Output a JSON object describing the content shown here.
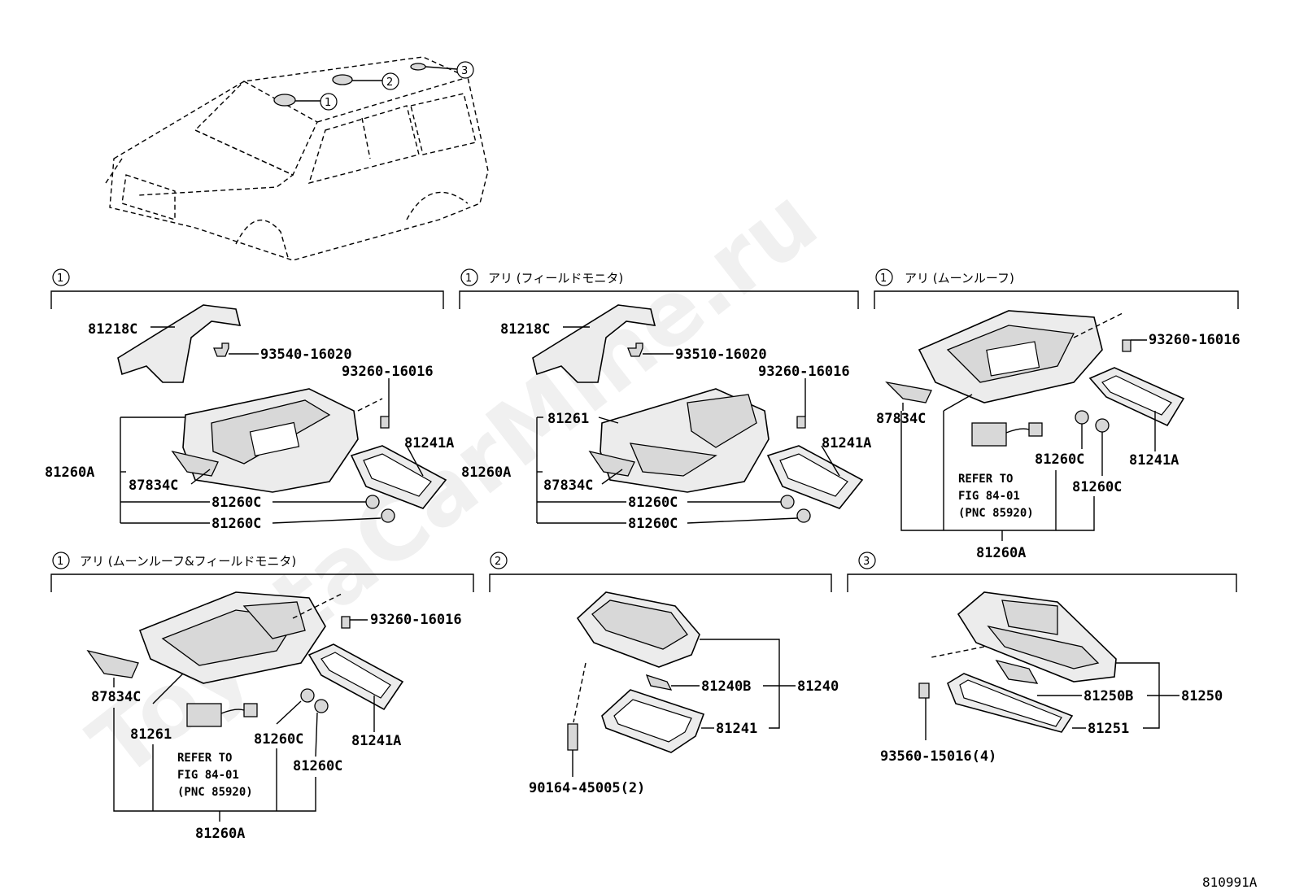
{
  "watermark": "ToyotaCarMine.ru",
  "figure_id": "810991A",
  "callouts": {
    "c1": "1",
    "c2": "2",
    "c3": "3"
  },
  "panels": {
    "p1": {
      "num": "1",
      "title": ""
    },
    "p2": {
      "num": "1",
      "title": "アリ (フィールドモニタ)"
    },
    "p3": {
      "num": "1",
      "title": "アリ (ムーンルーフ)"
    },
    "p4": {
      "num": "1",
      "title": "アリ (ムーンルーフ&フィールドモニタ)"
    },
    "p5": {
      "num": "2",
      "title": ""
    },
    "p6": {
      "num": "3",
      "title": ""
    }
  },
  "labels": {
    "p1_81218C": "81218C",
    "p1_93540": "93540-16020",
    "p1_93260": "93260-16016",
    "p1_81241A": "81241A",
    "p1_81260A": "81260A",
    "p1_87834C": "87834C",
    "p1_81260C_a": "81260C",
    "p1_81260C_b": "81260C",
    "p2_81218C": "81218C",
    "p2_93510": "93510-16020",
    "p2_93260": "93260-16016",
    "p2_81261": "81261",
    "p2_81241A": "81241A",
    "p2_81260A": "81260A",
    "p2_87834C": "87834C",
    "p2_81260C_a": "81260C",
    "p2_81260C_b": "81260C",
    "p3_93260": "93260-16016",
    "p3_87834C": "87834C",
    "p3_81260C_a": "81260C",
    "p3_81260C_b": "81260C",
    "p3_81241A": "81241A",
    "p3_ref1": "REFER TO",
    "p3_ref2": "FIG 84-01",
    "p3_ref3": "(PNC 85920)",
    "p3_81260A": "81260A",
    "p4_93260": "93260-16016",
    "p4_87834C": "87834C",
    "p4_81261": "81261",
    "p4_81260C_a": "81260C",
    "p4_81260C_b": "81260C",
    "p4_81241A": "81241A",
    "p4_ref1": "REFER TO",
    "p4_ref2": "FIG 84-01",
    "p4_ref3": "(PNC 85920)",
    "p4_81260A": "81260A",
    "p5_81240B": "81240B",
    "p5_81240": "81240",
    "p5_81241": "81241",
    "p5_90164": "90164-45005(2)",
    "p6_81250B": "81250B",
    "p6_81250": "81250",
    "p6_81251": "81251",
    "p6_93560": "93560-15016(4)"
  }
}
